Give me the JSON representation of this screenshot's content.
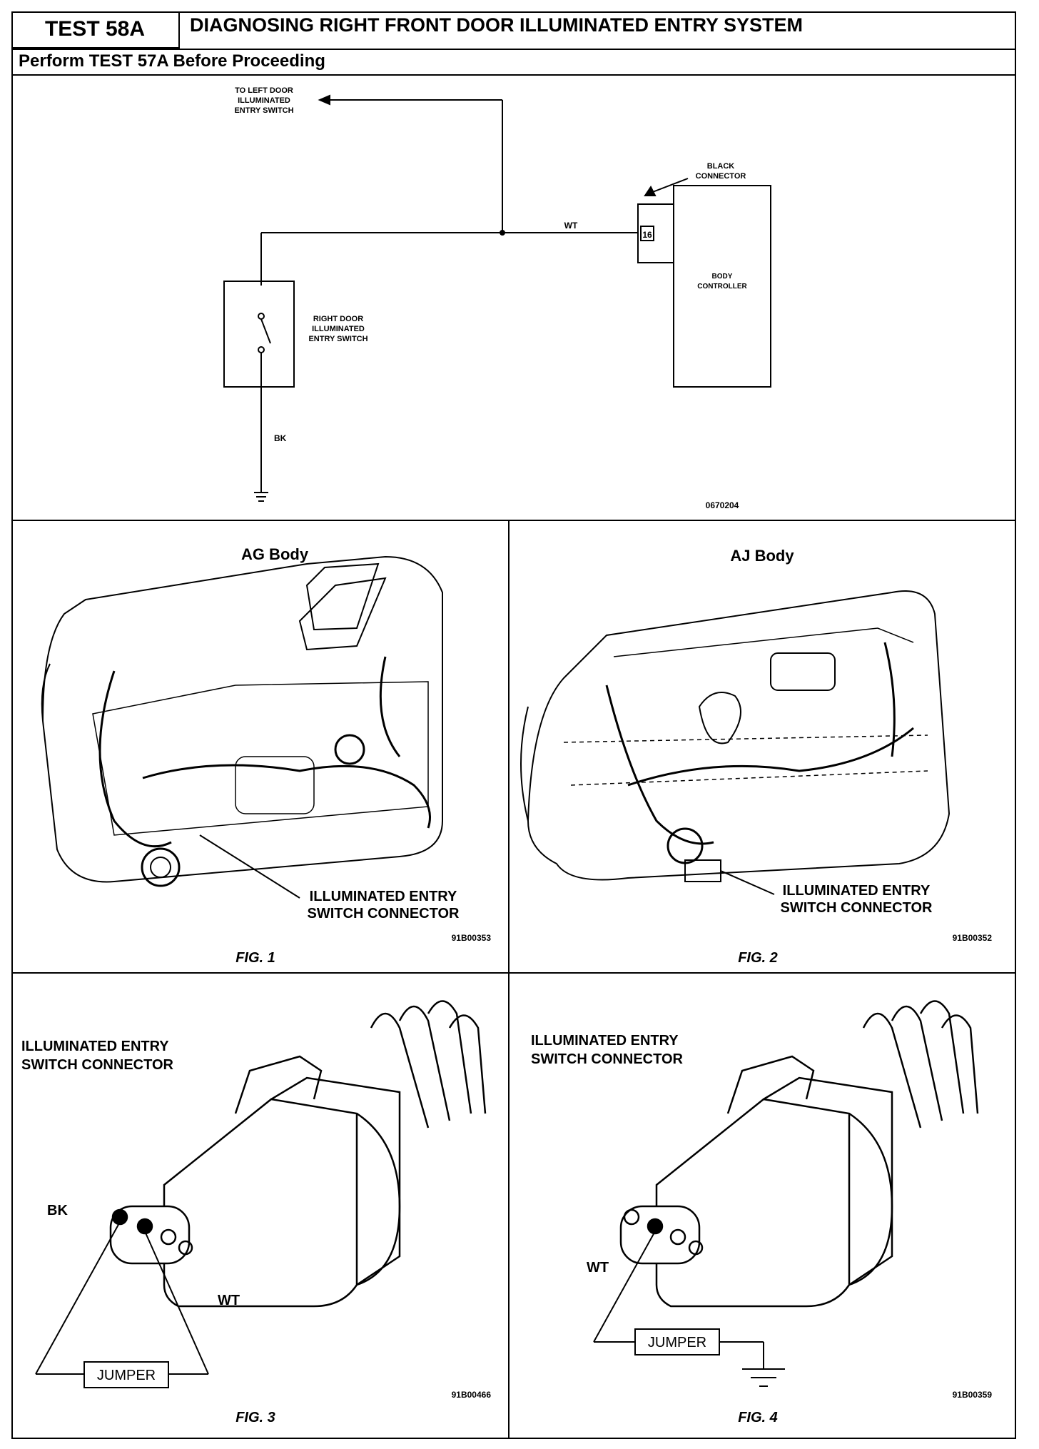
{
  "header": {
    "test_id": "TEST 58A",
    "title": "DIAGNOSING RIGHT FRONT DOOR ILLUMINATED ENTRY SYSTEM",
    "prerequisite": "Perform TEST 57A Before Proceeding"
  },
  "schematic": {
    "left_door_label": [
      "TO LEFT DOOR",
      "ILLUMINATED",
      "ENTRY SWITCH"
    ],
    "black_connector_label": [
      "BLACK",
      "CONNECTOR"
    ],
    "pin_number": "16",
    "wire_wt": "WT",
    "body_controller_label": [
      "BODY",
      "CONTROLLER"
    ],
    "right_switch_label": [
      "RIGHT DOOR",
      "ILLUMINATED",
      "ENTRY SWITCH"
    ],
    "wire_bk": "BK",
    "figure_code": "0670204"
  },
  "fig1": {
    "heading": "AG Body",
    "callout": [
      "ILLUMINATED ENTRY",
      "SWITCH CONNECTOR"
    ],
    "code": "91B00353",
    "caption": "FIG. 1"
  },
  "fig2": {
    "heading": "AJ Body",
    "callout": [
      "ILLUMINATED ENTRY",
      "SWITCH CONNECTOR"
    ],
    "code": "91B00352",
    "caption": "FIG. 2"
  },
  "fig3": {
    "title": [
      "ILLUMINATED ENTRY",
      "SWITCH CONNECTOR"
    ],
    "bk_label": "BK",
    "wt_label": "WT",
    "jumper_label": "JUMPER",
    "code": "91B00466",
    "caption": "FIG. 3"
  },
  "fig4": {
    "title": [
      "ILLUMINATED ENTRY",
      "SWITCH CONNECTOR"
    ],
    "wt_label": "WT",
    "jumper_label": "JUMPER",
    "code": "91B00359",
    "caption": "FIG. 4"
  }
}
